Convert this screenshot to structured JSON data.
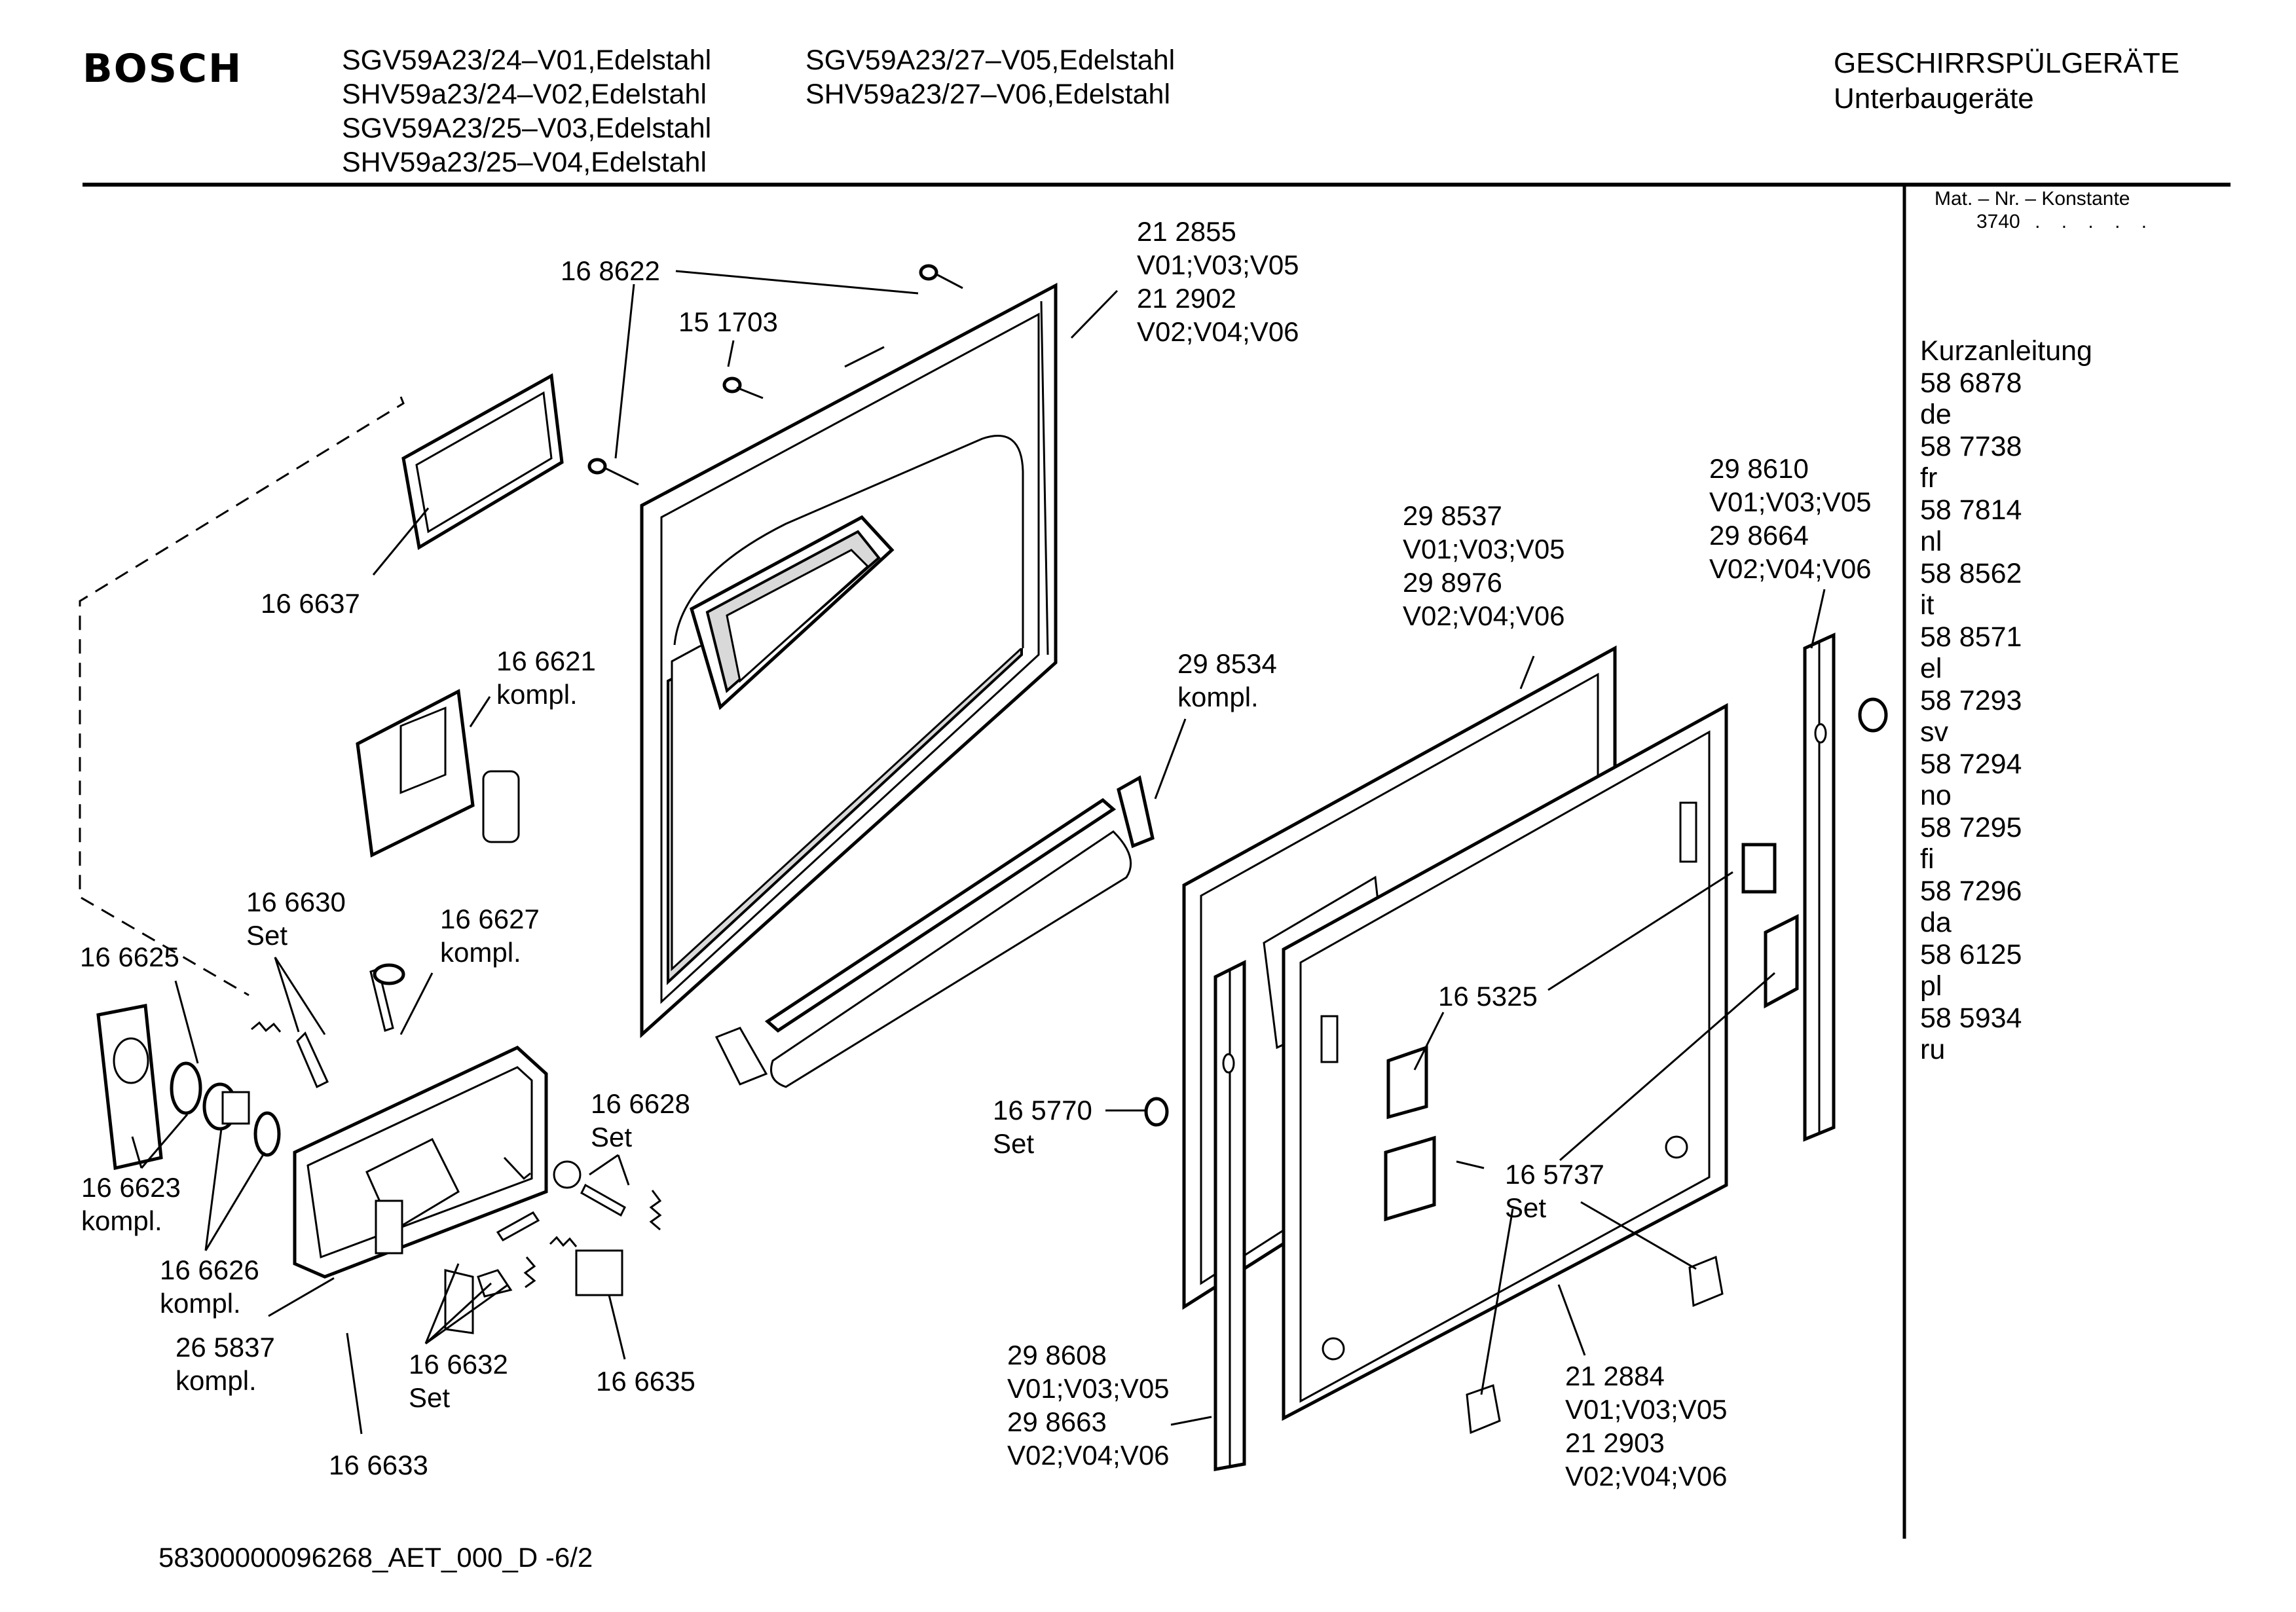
{
  "header": {
    "brand": "BOSCH",
    "models_col1": [
      "SGV59A23/24–V01,Edelstahl",
      "SHV59a23/24–V02,Edelstahl",
      "SGV59A23/25–V03,Edelstahl",
      "SHV59a23/25–V04,Edelstahl"
    ],
    "models_col2": [
      "SGV59A23/27–V05,Edelstahl",
      "SHV59a23/27–V06,Edelstahl"
    ],
    "category_line1": "GESCHIRRSPÜLGERÄTE",
    "category_line2": "Unterbaugeräte"
  },
  "sidebar": {
    "mat_label": "Mat. – Nr. – Konstante",
    "mat_value": "3740",
    "mat_dots": ". . . . .",
    "guide_title": "Kurzanleitung",
    "guides": [
      {
        "number": "58 6878",
        "lang": "de"
      },
      {
        "number": "58 7738",
        "lang": "fr"
      },
      {
        "number": "58 7814",
        "lang": "nl"
      },
      {
        "number": "58 8562",
        "lang": "it"
      },
      {
        "number": "58 8571",
        "lang": "el"
      },
      {
        "number": "58 7293",
        "lang": "sv"
      },
      {
        "number": "58 7294",
        "lang": "no"
      },
      {
        "number": "58 7295",
        "lang": "fi"
      },
      {
        "number": "58 7296",
        "lang": "da"
      },
      {
        "number": "58 6125",
        "lang": "pl"
      },
      {
        "number": "58 5934",
        "lang": "ru"
      }
    ]
  },
  "labels": {
    "p168622": "16 8622",
    "p151703": "15 1703",
    "p212855": "21 2855",
    "p212855_v": "V01;V03;V05",
    "p212902": "21 2902",
    "p212902_v": "V02;V04;V06",
    "p166637": "16 6637",
    "p166621": "16 6621",
    "p166621_k": "kompl.",
    "p298537": "29 8537",
    "p298537_v": "V01;V03;V05",
    "p298976": "29 8976",
    "p298976_v": "V02;V04;V06",
    "p298610": "29 8610",
    "p298610_v": "V01;V03;V05",
    "p298664": "29 8664",
    "p298664_v": "V02;V04;V06",
    "p298534": "29 8534",
    "p298534_k": "kompl.",
    "p166630": "16 6630",
    "p166630_s": "Set",
    "p166625": "16 6625",
    "p166627": "16 6627",
    "p166627_k": "kompl.",
    "p165325": "16 5325",
    "p165770": "16 5770",
    "p165770_s": "Set",
    "p166628": "16 6628",
    "p166628_s": "Set",
    "p165737": "16 5737",
    "p165737_s": "Set",
    "p166623": "16 6623",
    "p166623_k": "kompl.",
    "p166626": "16 6626",
    "p166626_k": "kompl.",
    "p265837": "26 5837",
    "p265837_k": "kompl.",
    "p166632": "16 6632",
    "p166632_s": "Set",
    "p166635": "16 6635",
    "p166633": "16 6633",
    "p298608": "29 8608",
    "p298608_v": "V01;V03;V05",
    "p298663": "29 8663",
    "p298663_v": "V02;V04;V06",
    "p212884": "21 2884",
    "p212884_v": "V01;V03;V05",
    "p212903": "21 2903",
    "p212903_v": "V02;V04;V06"
  },
  "footer": {
    "code": "58300000096268_AET_000_D  -6/2"
  }
}
